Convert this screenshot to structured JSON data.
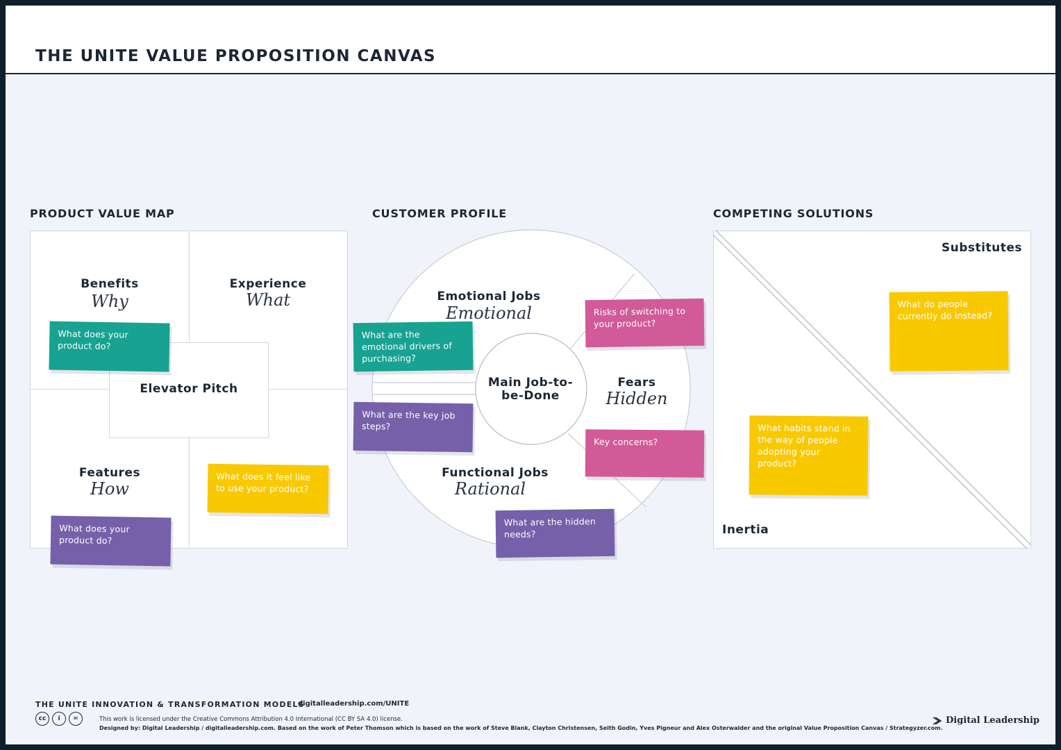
{
  "header": {
    "title": "THE UNITE VALUE PROPOSITION CANVAS"
  },
  "product_value_map": {
    "title": "PRODUCT VALUE MAP",
    "benefits": {
      "label": "Benefits",
      "hand": "Why"
    },
    "experience": {
      "label": "Experience",
      "hand": "What"
    },
    "elevator": {
      "label": "Elevator Pitch"
    },
    "features": {
      "label": "Features",
      "hand": "How"
    },
    "notes": {
      "benefits": "What does your product do?",
      "experience": "What does it feel like to use your product?",
      "features": "What does your product do?"
    }
  },
  "customer_profile": {
    "title": "CUSTOMER PROFILE",
    "emotional": {
      "label": "Emotional Jobs",
      "hand": "Emotional"
    },
    "main_job": {
      "label": "Main Job-to-be-Done"
    },
    "fears": {
      "label": "Fears",
      "hand": "Hidden"
    },
    "functional": {
      "label": "Functional Jobs",
      "hand": "Rational"
    },
    "notes": {
      "emotional": "What are the emotional drivers of purchasing?",
      "job_steps": "What are the key job steps?",
      "risks": "Risks of switching to your product?",
      "concerns": "Key concerns?",
      "hidden": "What are the hidden needs?"
    }
  },
  "competing_solutions": {
    "title": "COMPETING SOLUTIONS",
    "substitutes": "Substitutes",
    "inertia": "Inertia",
    "notes": {
      "substitutes": "What do people currently do instead?",
      "inertia": "What habits stand in the way of people adopting your product?"
    }
  },
  "footer": {
    "title": "THE UNITE INNOVATION & TRANSFORMATION MODELS",
    "url": "digitalleadership.com/UNITE",
    "license": "This work is licensed under the Creative Commons Attribution 4.0 International (CC BY SA 4.0) license.",
    "credits": "Designed by: Digital Leadership / digitalleadership.com. Based on the work of Peter Thomson which is based on the work of Steve Blank, Clayton Christensen, Seith Godin, Yves Pigneur and Alex Osterwalder and the original Value Proposition Canvas / Strategyzer.com.",
    "brand": "Digital Leadership",
    "cc_icons": [
      "cc",
      "i",
      "="
    ]
  },
  "colors": {
    "teal": "#17a292",
    "purple": "#7560a9",
    "pink": "#d25a98",
    "yellow": "#f9c900",
    "dark": "#1c2733"
  }
}
